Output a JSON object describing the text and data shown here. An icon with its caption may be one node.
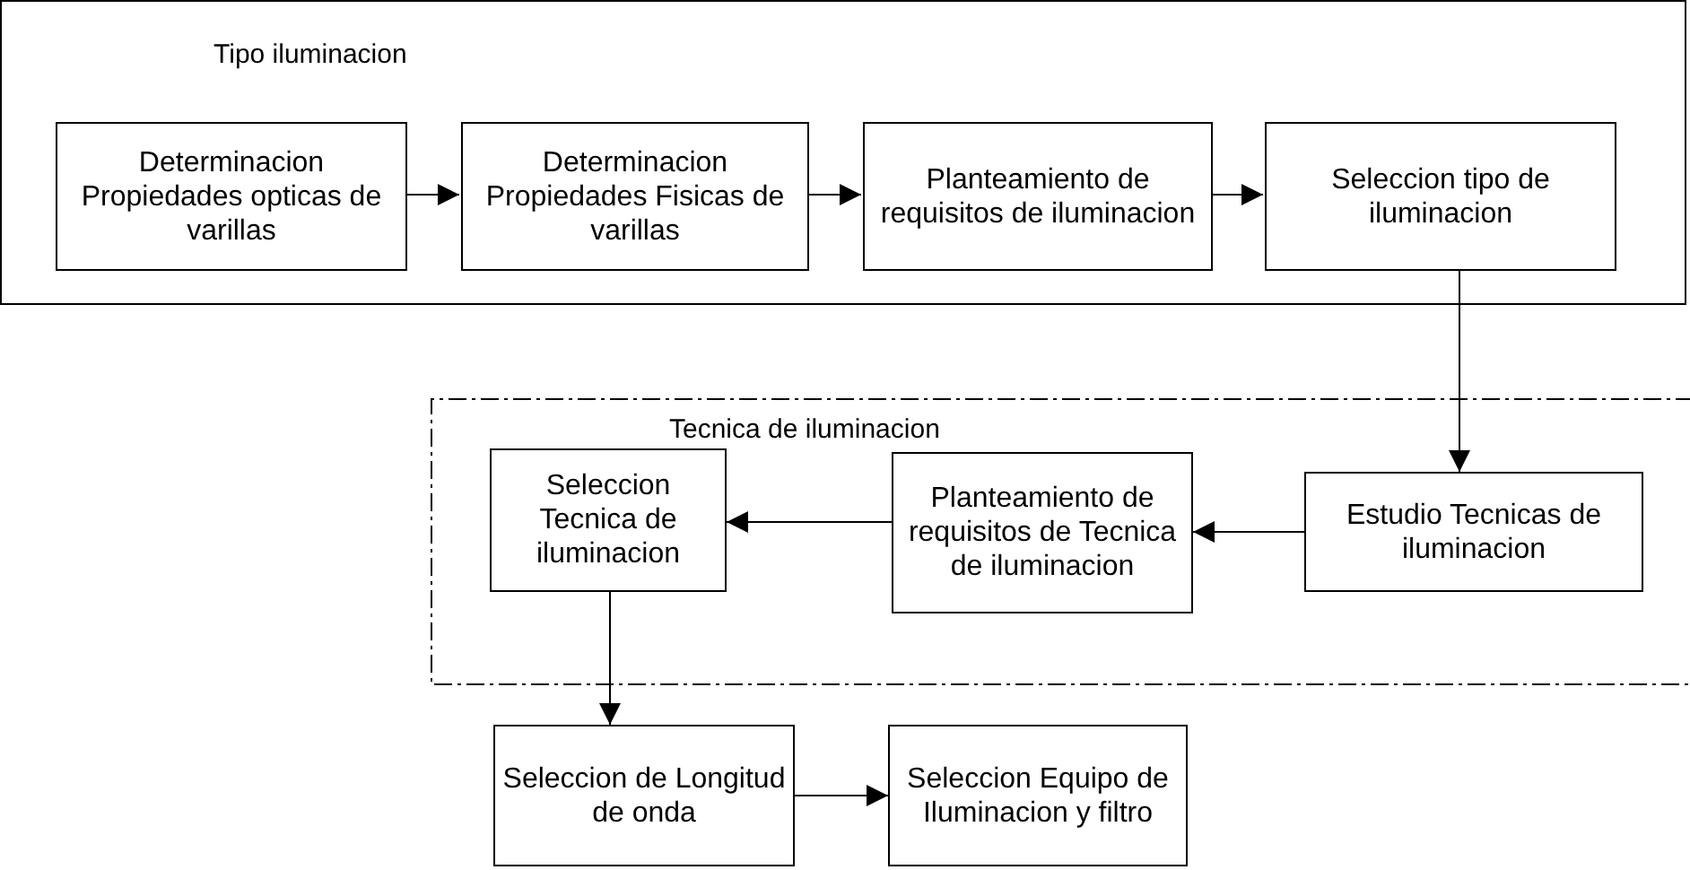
{
  "diagram": {
    "nodes": [
      {
        "text": [
          "Tipo iluminacion"
        ]
      },
      {
        "text": [
          "Determinacion Propiedades opticas de varillas"
        ],
        "in": 0
      },
      {
        "text": [
          "Determinacion Propiedades Fisicas de varillas"
        ],
        "in": 0
      },
      {
        "text": [
          "Planteamiento de requisitos de iluminacion"
        ],
        "in": 0
      },
      {
        "text": [
          "Seleccion tipo de iluminacion"
        ],
        "in": 0
      },
      {
        "text": [
          "Tecnica de iluminacion"
        ]
      },
      {
        "text": [
          "Seleccion Tecnica de iluminacion"
        ],
        "in": 5
      },
      {
        "text": [
          "Planteamiento de requisitos de Tecnica de iluminacion"
        ],
        "in": 5
      },
      {
        "text": [
          "Estudio Tecnicas de iluminacion"
        ],
        "in": 5
      },
      {
        "text": [
          "Seleccion de Longitud de onda"
        ]
      },
      {
        "text": [
          "Seleccion Equipo de Iluminacion y filtro"
        ]
      }
    ],
    "edges": [
      {
        "from": 1,
        "to": 2,
        "arrow": "to"
      },
      {
        "from": 2,
        "to": 3,
        "arrow": "to"
      },
      {
        "from": 3,
        "to": 4,
        "arrow": "to"
      },
      {
        "from": 4,
        "to": 8,
        "arrow": "to"
      },
      {
        "from": 8,
        "to": 7,
        "arrow": "to"
      },
      {
        "from": 7,
        "to": 6,
        "arrow": "to"
      },
      {
        "from": 6,
        "to": 9,
        "arrow": "to"
      },
      {
        "from": 9,
        "to": 10,
        "arrow": "to"
      }
    ]
  }
}
